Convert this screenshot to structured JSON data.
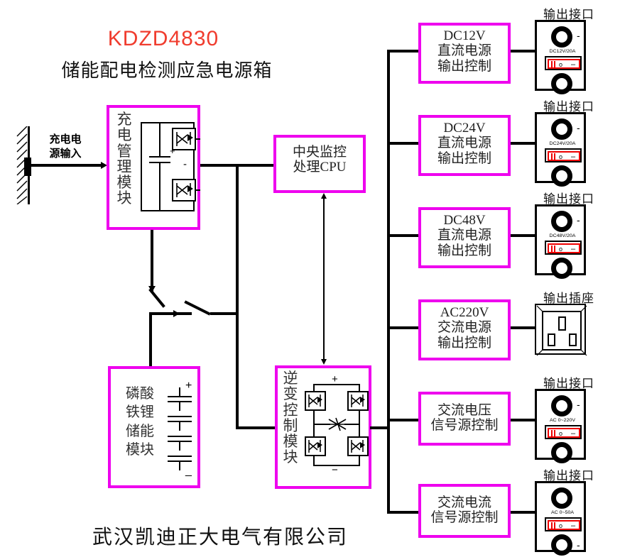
{
  "header": {
    "model": "KDZD4830",
    "product_name": "储能配电检测应急电源箱"
  },
  "footer": {
    "company": "武汉凯迪正大电气有限公司"
  },
  "input": {
    "label": "充电电源输入",
    "line1": "充电电",
    "line2": "源输入"
  },
  "modules": {
    "charge_manager": {
      "name": "充电管理模块",
      "chars": [
        "充",
        "电",
        "管",
        "理",
        "模",
        "块"
      ],
      "plus": "+",
      "minus": "-"
    },
    "battery": {
      "name": "磷酸铁锂储能模块",
      "lines": [
        "磷酸",
        "铁锂",
        "储能",
        "模块"
      ],
      "plus": "+",
      "minus": "_"
    },
    "cpu": {
      "line1": "中央监控",
      "line2_cn": "处理",
      "line2_en": "CPU"
    },
    "inverter": {
      "name": "逆变控制模块",
      "chars": [
        "逆",
        "变",
        "控",
        "制",
        "模",
        "块"
      ],
      "plus": "+",
      "minus": "−"
    }
  },
  "outputs": [
    {
      "id": "dc12v",
      "title_en": "DC12V",
      "title_cn1": "直流电源",
      "title_cn2": "输出控制",
      "panel_label": "输出接口",
      "rating": "DC12V/20A",
      "panel_type": "terminal",
      "switch_marks": {
        "on": "o",
        "off": "–"
      },
      "post_minus": "-"
    },
    {
      "id": "dc24v",
      "title_en": "DC24V",
      "title_cn1": "直流电源",
      "title_cn2": "输出控制",
      "panel_label": "输出接口",
      "rating": "DC24V/20A",
      "panel_type": "terminal",
      "switch_marks": {
        "on": "o",
        "off": "–"
      },
      "post_minus": "-"
    },
    {
      "id": "dc48v",
      "title_en": "DC48V",
      "title_cn1": "直流电源",
      "title_cn2": "输出控制",
      "panel_label": "输出接口",
      "rating": "DC48V/20A",
      "panel_type": "terminal",
      "switch_marks": {
        "on": "o",
        "off": "–"
      },
      "post_minus": "-"
    },
    {
      "id": "ac220v",
      "title_en": "AC220V",
      "title_cn1": "交流电源",
      "title_cn2": "输出控制",
      "panel_label": "输出插座",
      "rating": "",
      "panel_type": "socket",
      "switch_marks": {
        "on": "",
        "off": ""
      },
      "post_minus": ""
    },
    {
      "id": "ac_voltage_source",
      "title_en": "",
      "title_cn1": "交流电压",
      "title_cn2": "信号源控制",
      "panel_label": "输出接口",
      "rating": "AC 0~220V",
      "panel_type": "terminal",
      "switch_marks": {
        "on": "o",
        "off": "–"
      },
      "post_minus": "-"
    },
    {
      "id": "ac_current_source",
      "title_en": "",
      "title_cn1": "交流电流",
      "title_cn2": "信号源控制",
      "panel_label": "输出接口",
      "rating": "AC 0~50A",
      "panel_type": "terminal",
      "switch_marks": {
        "on": "o",
        "off": "–"
      },
      "post_minus": "-"
    }
  ],
  "colors": {
    "module_border": "#ee00ee",
    "model_text": "#f03c2e",
    "wire": "#000000",
    "switch_accent": "#ee0000"
  }
}
